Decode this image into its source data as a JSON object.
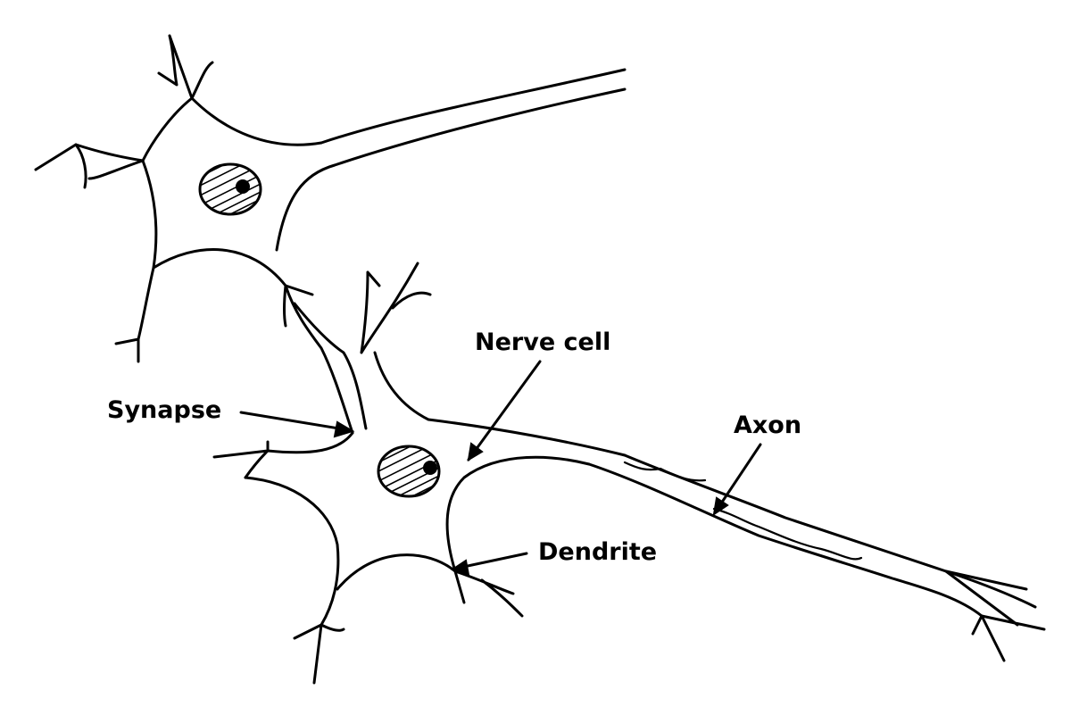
{
  "diagram": {
    "labels": {
      "nerve_cell": "Nerve cell",
      "synapse": "Synapse",
      "axon": "Axon",
      "dendrite": "Dendrite"
    },
    "colors": {
      "ink": "#000000",
      "background": "#ffffff"
    }
  }
}
